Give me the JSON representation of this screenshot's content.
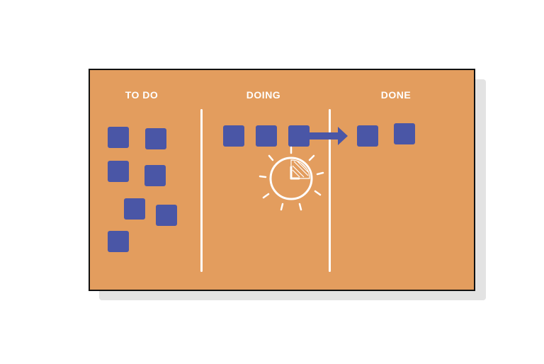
{
  "board": {
    "columns": [
      {
        "id": "todo",
        "title": "TO DO",
        "card_count": 7
      },
      {
        "id": "doing",
        "title": "DOING",
        "card_count": 3
      },
      {
        "id": "done",
        "title": "DONE",
        "card_count": 2
      }
    ],
    "colors": {
      "board": "#e39d5e",
      "card": "#4a56a6",
      "line": "#ffffff",
      "border": "#111111"
    },
    "icons": [
      "clock-icon",
      "arrow-right-icon"
    ]
  }
}
